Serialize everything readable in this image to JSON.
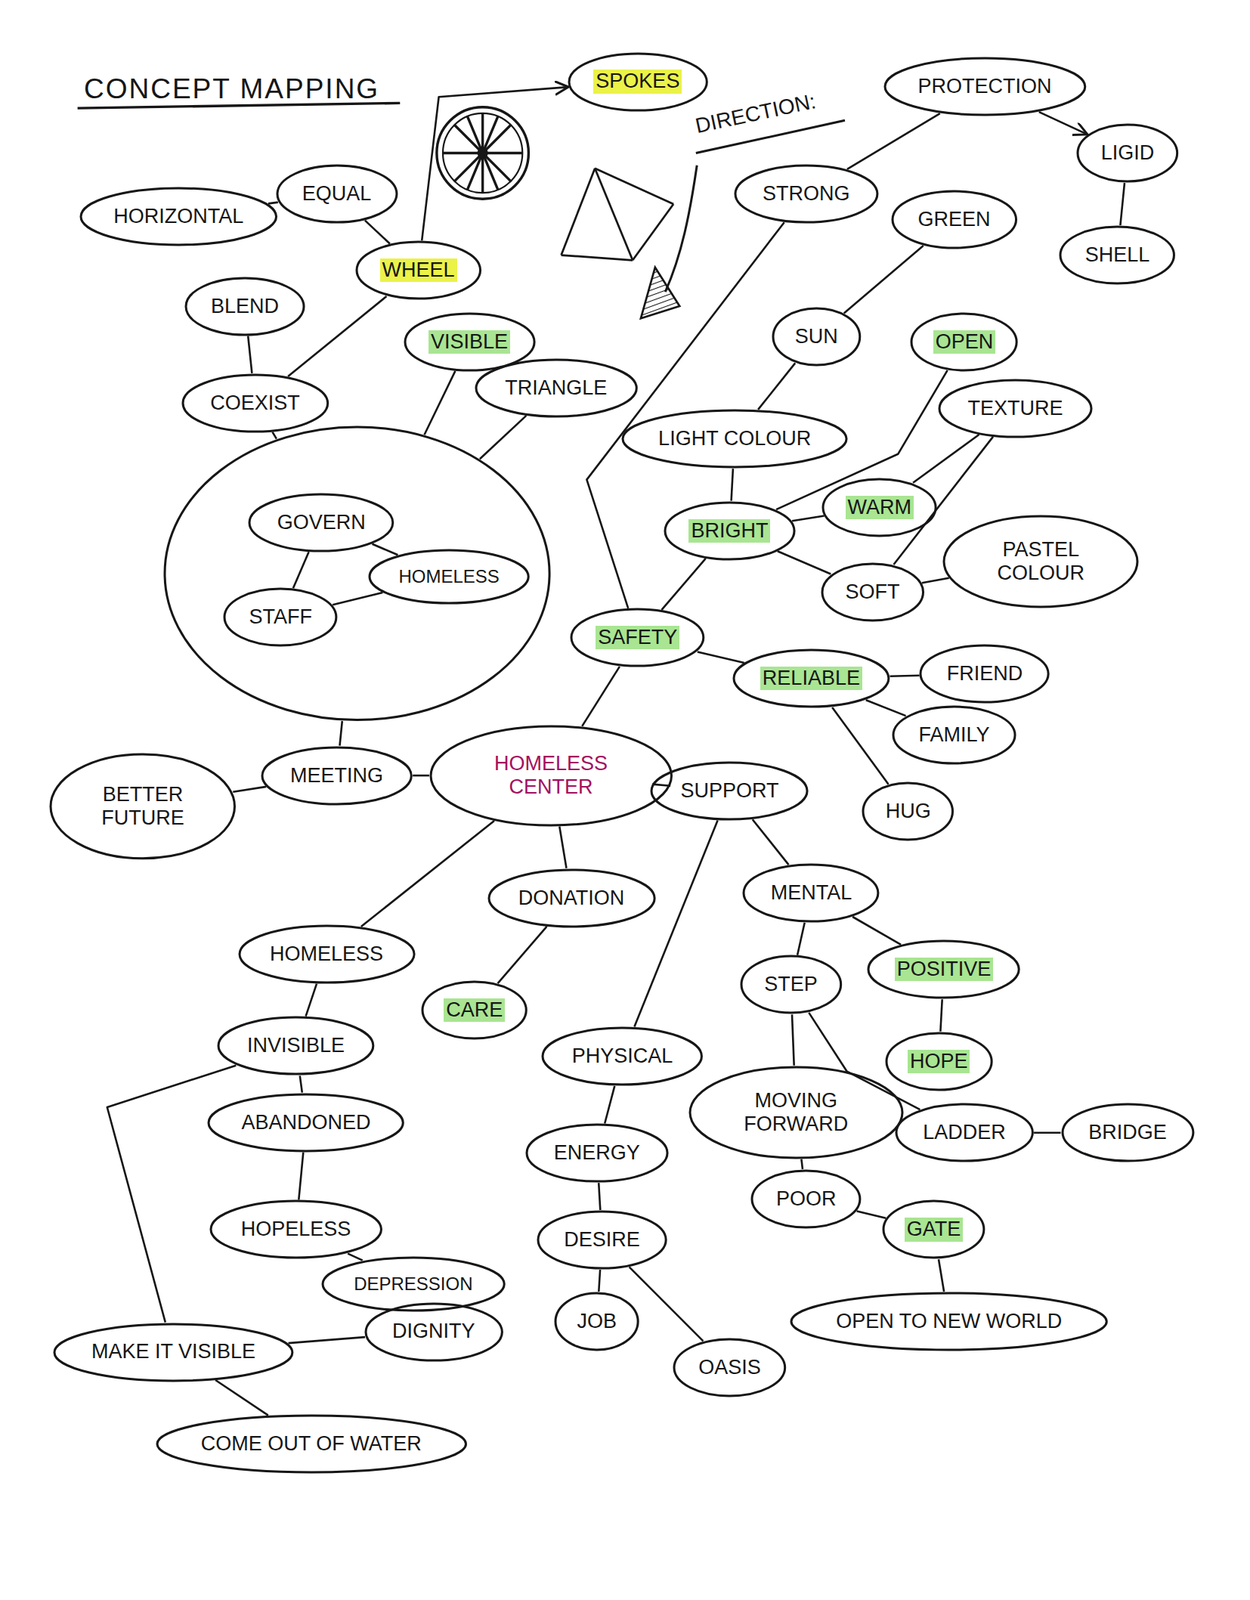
{
  "diagram": {
    "title": "CONCEPT MAPPING",
    "nodes": [
      {
        "text": [
          "SPOKES"
        ]
      },
      {
        "text": [
          "PROTECTION"
        ]
      },
      {
        "text": [
          "LIGID"
        ]
      },
      {
        "text": [
          "HORIZONTAL"
        ]
      },
      {
        "text": [
          "EQUAL"
        ]
      },
      {
        "text": [
          "STRONG"
        ]
      },
      {
        "text": [
          "GREEN"
        ]
      },
      {
        "text": [
          "SHELL"
        ]
      },
      {
        "text": [
          "WHEEL"
        ]
      },
      {
        "text": [
          "BLEND"
        ]
      },
      {
        "text": [
          "VISIBLE"
        ]
      },
      {
        "text": [
          "SUN"
        ]
      },
      {
        "text": [
          "OPEN"
        ]
      },
      {
        "text": [
          "TRIANGLE"
        ]
      },
      {
        "text": [
          "COEXIST"
        ]
      },
      {
        "text": [
          "TEXTURE"
        ]
      },
      {
        "text": [
          "LIGHT COLOUR"
        ]
      },
      {
        "text": []
      },
      {
        "text": [
          "GOVERN"
        ],
        "in": 17
      },
      {
        "text": [
          "HOMELESS"
        ],
        "in": 17
      },
      {
        "text": [
          "STAFF"
        ],
        "in": 17
      },
      {
        "text": [
          "WARM"
        ]
      },
      {
        "text": [
          "BRIGHT"
        ]
      },
      {
        "text": [
          "SOFT"
        ]
      },
      {
        "text": [
          "PASTEL COLOUR"
        ]
      },
      {
        "text": [
          "SAFETY"
        ]
      },
      {
        "text": [
          "RELIABLE"
        ]
      },
      {
        "text": [
          "FRIEND"
        ]
      },
      {
        "text": [
          "FAMILY"
        ]
      },
      {
        "text": [
          "BETTER FUTURE"
        ]
      },
      {
        "text": [
          "MEETING"
        ]
      },
      {
        "text": [
          "HOMELESS CENTER"
        ]
      },
      {
        "text": [
          "SUPPORT"
        ]
      },
      {
        "text": [
          "HUG"
        ]
      },
      {
        "text": [
          "DONATION"
        ]
      },
      {
        "text": [
          "MENTAL"
        ]
      },
      {
        "text": [
          "HOMELESS"
        ]
      },
      {
        "text": [
          "CARE"
        ]
      },
      {
        "text": [
          "STEP"
        ]
      },
      {
        "text": [
          "POSITIVE"
        ]
      },
      {
        "text": [
          "INVISIBLE"
        ]
      },
      {
        "text": [
          "PHYSICAL"
        ]
      },
      {
        "text": [
          "HOPE"
        ]
      },
      {
        "text": [
          "MOVING FORWARD"
        ]
      },
      {
        "text": [
          "ABANDONED"
        ]
      },
      {
        "text": [
          "ENERGY"
        ]
      },
      {
        "text": [
          "LADDER"
        ]
      },
      {
        "text": [
          "BRIDGE"
        ]
      },
      {
        "text": [
          "POOR"
        ]
      },
      {
        "text": [
          "HOPELESS"
        ]
      },
      {
        "text": [
          "DESIRE"
        ]
      },
      {
        "text": [
          "GATE"
        ]
      },
      {
        "text": [
          "DEPRESSION"
        ]
      },
      {
        "text": [
          "JOB"
        ]
      },
      {
        "text": [
          "OPEN TO NEW WORLD"
        ]
      },
      {
        "text": [
          "DIGNITY"
        ]
      },
      {
        "text": [
          "MAKE IT VISIBLE"
        ]
      },
      {
        "text": [
          "OASIS"
        ]
      },
      {
        "text": [
          "COME OUT OF WATER"
        ]
      }
    ],
    "edges": [
      {
        "from": 8,
        "to": 0,
        "arrow": "to"
      },
      {
        "from": 1,
        "to": 2,
        "arrow": "to"
      },
      {
        "from": 2,
        "to": 7,
        "arrow": "none"
      },
      {
        "from": 5,
        "to": 1,
        "arrow": "none"
      },
      {
        "from": 3,
        "to": 4,
        "arrow": "none"
      },
      {
        "from": 4,
        "to": 8,
        "arrow": "none"
      },
      {
        "from": 8,
        "to": 14,
        "arrow": "none"
      },
      {
        "from": 9,
        "to": 14,
        "arrow": "none"
      },
      {
        "from": 14,
        "to": 17,
        "arrow": "none"
      },
      {
        "from": 10,
        "to": 17,
        "arrow": "none"
      },
      {
        "from": 13,
        "to": 17,
        "arrow": "none"
      },
      {
        "from": 5,
        "to": 25,
        "arrow": "none"
      },
      {
        "from": 6,
        "to": 11,
        "arrow": "none"
      },
      {
        "from": 11,
        "to": 16,
        "arrow": "none"
      },
      {
        "from": 16,
        "to": 22,
        "arrow": "none"
      },
      {
        "from": 12,
        "to": 22,
        "arrow": "none"
      },
      {
        "from": 22,
        "to": 21,
        "arrow": "none"
      },
      {
        "from": 15,
        "to": 21,
        "arrow": "none"
      },
      {
        "from": 15,
        "to": 23,
        "arrow": "none"
      },
      {
        "from": 22,
        "to": 23,
        "arrow": "none"
      },
      {
        "from": 23,
        "to": 24,
        "arrow": "none"
      },
      {
        "from": 22,
        "to": 25,
        "arrow": "none"
      },
      {
        "from": 18,
        "to": 19,
        "arrow": "none"
      },
      {
        "from": 18,
        "to": 20,
        "arrow": "none"
      },
      {
        "from": 20,
        "to": 19,
        "arrow": "none"
      },
      {
        "from": 25,
        "to": 26,
        "arrow": "none"
      },
      {
        "from": 25,
        "to": 31,
        "arrow": "none"
      },
      {
        "from": 26,
        "to": 27,
        "arrow": "none"
      },
      {
        "from": 26,
        "to": 28,
        "arrow": "none"
      },
      {
        "from": 26,
        "to": 33,
        "arrow": "none"
      },
      {
        "from": 17,
        "to": 30,
        "arrow": "none"
      },
      {
        "from": 30,
        "to": 29,
        "arrow": "none"
      },
      {
        "from": 30,
        "to": 31,
        "arrow": "none"
      },
      {
        "from": 31,
        "to": 32,
        "arrow": "none"
      },
      {
        "from": 31,
        "to": 34,
        "arrow": "none"
      },
      {
        "from": 31,
        "to": 36,
        "arrow": "none"
      },
      {
        "from": 32,
        "to": 35,
        "arrow": "none"
      },
      {
        "from": 32,
        "to": 41,
        "arrow": "none"
      },
      {
        "from": 34,
        "to": 37,
        "arrow": "none"
      },
      {
        "from": 35,
        "to": 38,
        "arrow": "none"
      },
      {
        "from": 35,
        "to": 39,
        "arrow": "none"
      },
      {
        "from": 39,
        "to": 42,
        "arrow": "none"
      },
      {
        "from": 38,
        "to": 43,
        "arrow": "none"
      },
      {
        "from": 38,
        "to": 46,
        "arrow": "none"
      },
      {
        "from": 46,
        "to": 47,
        "arrow": "none"
      },
      {
        "from": 43,
        "to": 48,
        "arrow": "none"
      },
      {
        "from": 48,
        "to": 51,
        "arrow": "none"
      },
      {
        "from": 51,
        "to": 54,
        "arrow": "none"
      },
      {
        "from": 36,
        "to": 40,
        "arrow": "none"
      },
      {
        "from": 40,
        "to": 44,
        "arrow": "none"
      },
      {
        "from": 44,
        "to": 49,
        "arrow": "none"
      },
      {
        "from": 49,
        "to": 52,
        "arrow": "none"
      },
      {
        "from": 40,
        "to": 56,
        "arrow": "none"
      },
      {
        "from": 56,
        "to": 55,
        "arrow": "none"
      },
      {
        "from": 56,
        "to": 58,
        "arrow": "none"
      },
      {
        "from": 41,
        "to": 45,
        "arrow": "none"
      },
      {
        "from": 45,
        "to": 50,
        "arrow": "none"
      },
      {
        "from": 50,
        "to": 53,
        "arrow": "none"
      },
      {
        "from": 50,
        "to": 57,
        "arrow": "none"
      }
    ],
    "labels": [
      "DIRECTION:"
    ]
  }
}
